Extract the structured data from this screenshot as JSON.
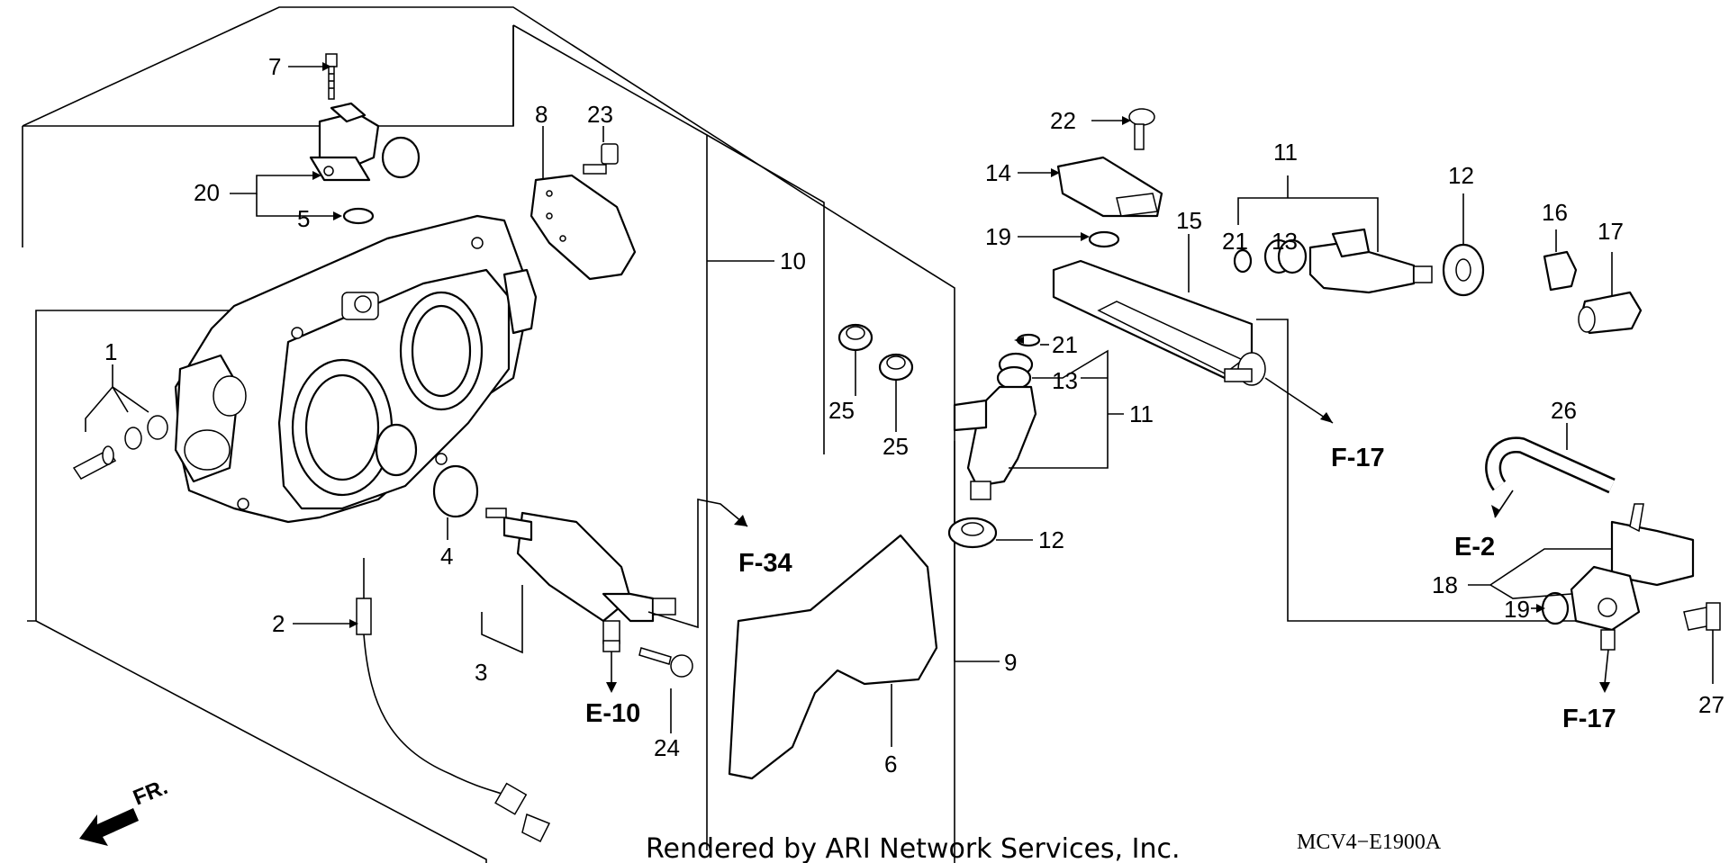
{
  "callouts": {
    "c1": "1",
    "c2": "2",
    "c3": "3",
    "c4": "4",
    "c5": "5",
    "c6": "6",
    "c7": "7",
    "c8": "8",
    "c9": "9",
    "c10": "10",
    "c11a": "11",
    "c11b": "11",
    "c12a": "12",
    "c12b": "12",
    "c13a": "13",
    "c13b": "13",
    "c14": "14",
    "c15": "15",
    "c16": "16",
    "c17": "17",
    "c18": "18",
    "c19a": "19",
    "c19b": "19",
    "c20": "20",
    "c21a": "21",
    "c21b": "21",
    "c22": "22",
    "c23": "23",
    "c24": "24",
    "c25a": "25",
    "c25b": "25",
    "c26": "26",
    "c27": "27"
  },
  "references": {
    "e10": "E-10",
    "f34": "F-34",
    "f17a": "F-17",
    "f17b": "F-17",
    "e2": "E-2"
  },
  "front_marker": "FR.",
  "footer": {
    "credit": "Rendered by ARI Network Services, Inc.",
    "diagram_code": "MCV4−E1900A"
  }
}
